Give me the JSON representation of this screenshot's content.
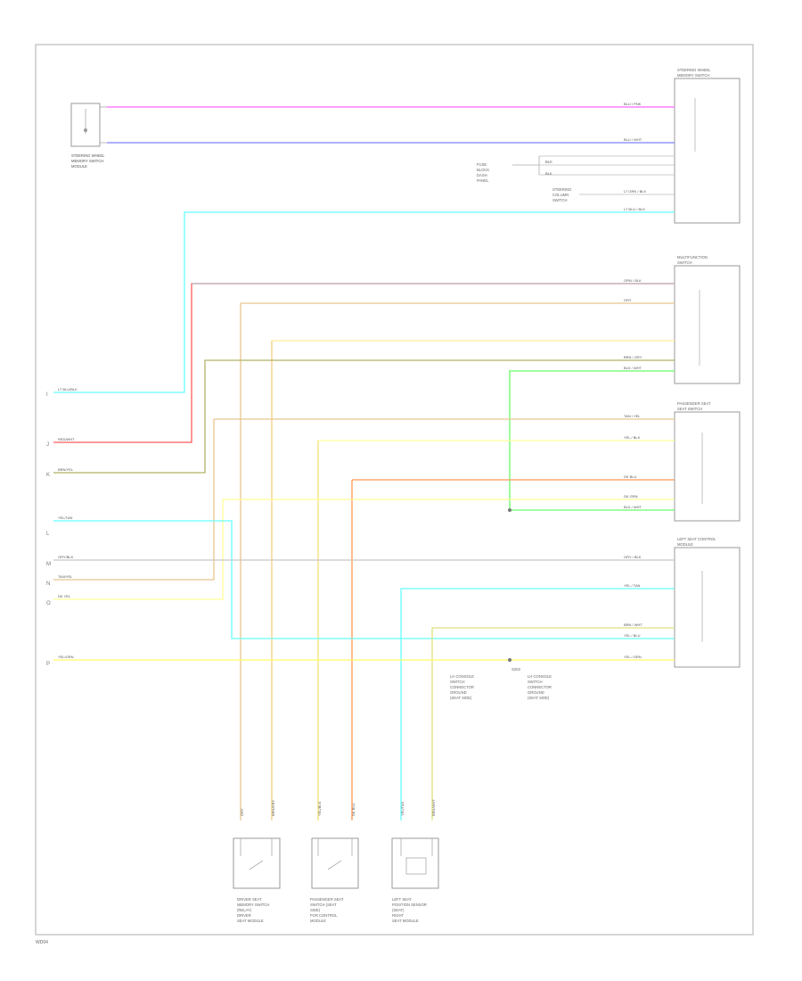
{
  "footer_code": "WD04",
  "colors": {
    "pink": "#ff66ff",
    "blue": "#8080ff",
    "cyan": "#66ffff",
    "red": "#ff5a5a",
    "olive": "#b2b266",
    "yellow": "#ffff66",
    "tan": "#e8c690",
    "orange": "#ff9955",
    "green": "#66ff66",
    "gray": "#b8b8c0"
  },
  "wires": {
    "pink_top": "BLU / PNK",
    "blue_top": "BLU / WHT",
    "cyan_top": "LT BLU / BLK",
    "gray_run": "ORN / BLK",
    "tan_run": "GRY",
    "olive_run": "BRN / GRY",
    "green_run": "BLK / WHT",
    "tan2": "TAN / YEL",
    "yellow2": "YEL / BLK",
    "orange_run": "DK BLU",
    "dkgrn": "DK GRN",
    "blk_wht_2": "BLK / WHT",
    "gray3": "GRY / BLK",
    "cyan3": "YEL / TAN",
    "olive3": "BRN / WHT",
    "cyan3b": "YEL / BLU",
    "yellow_bot": "YEL / GRN",
    "blk": "BLK",
    "blk2": "BLK",
    "lt_grn": "LT GRN / BLK"
  },
  "left_labels": {
    "cyan": "LT BLU/BLK",
    "red": "RED/WHT",
    "olive": "BRN/YEL",
    "cyan2": "YEL/TAN",
    "gray": "GRY/BLK",
    "tan": "TAN/YEL",
    "yellow": "DK YEL",
    "yellow_bot": "YEL/GRN"
  },
  "left_letters": [
    "I",
    "J",
    "K",
    "L",
    "M",
    "N",
    "O",
    "P"
  ],
  "components": {
    "top_left": [
      "STEERING WHEEL",
      "MEMORY SWITCH",
      "MODULE"
    ],
    "module1": [
      "STEERING WHEEL",
      "MEMORY SWITCH"
    ],
    "module2": [
      "MULTIFUNCTION",
      "SWITCH"
    ],
    "module3": [
      "PASSENGER SEAT",
      "SEAT SWITCH"
    ],
    "module4": [
      "LEFT SEAT CONTROL",
      "MODULE"
    ],
    "fused": [
      "FUSE",
      "BLOCK",
      "DASH",
      "PANEL"
    ],
    "steering_ctrl": [
      "STEERING",
      "COLUMN",
      "SWITCH"
    ],
    "splice_left": [
      "LH CONSOLE",
      "SWITCH",
      "CONNECTOR",
      "GROUND",
      "(SEAT SIDE)"
    ],
    "splice_right": [
      "LH CONSOLE",
      "SWITCH",
      "CONNECTOR",
      "GROUND",
      "(SEAT SIDE)"
    ],
    "splice_top": "S203",
    "bottom1": [
      "DRIVER SEAT",
      "MEMORY SWITCH",
      "(RELAY)",
      "DRIVER",
      "SEAT MODULE"
    ],
    "bottom2": [
      "PASSENGER SEAT",
      "SWITCH (SEAT",
      "SIDE)",
      "FOR CONTROL",
      "MODULE"
    ],
    "bottom3": [
      "LEFT SEAT",
      "POSITION SENSOR",
      "(SEAT)",
      "RIGHT",
      "SEAT MODULE"
    ]
  },
  "bottom_wire_labels": [
    "GRY",
    "BRN/GRY",
    "YEL/BLK",
    "DK BLU",
    "YEL/TAN",
    "BRN/WHT"
  ]
}
